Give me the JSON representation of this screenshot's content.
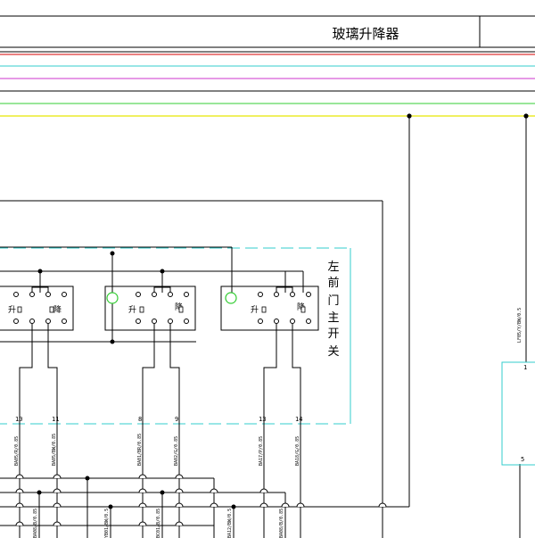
{
  "header": {
    "title": "玻璃升降器"
  },
  "switch_group": {
    "label_chars": [
      "左",
      "前",
      "门",
      "主",
      "开",
      "关"
    ],
    "up_label": "升",
    "down_label": "降",
    "pins": [
      "10",
      "11",
      "8",
      "9",
      "13",
      "14"
    ],
    "wire_codes": [
      "BA05/R/0.85",
      "BA05/BW/0.85",
      "BA01/BR/0.85",
      "BA02/G/0.85",
      "BA17/P/0.85",
      "BA18/G/0.85"
    ]
  },
  "right_module": {
    "pin_top": "1",
    "pin_bottom": "5",
    "wire_code": "LF05/Y/BW/0.5"
  },
  "bottom_wires": {
    "codes": [
      "BA08/B/0.85",
      "YB01/BW/0.5",
      "BC01/B/0.85",
      "BA12/BW/0.5",
      "BA08/B/0.85"
    ]
  },
  "colors": {
    "line": "#000000",
    "red": "#d40000",
    "cyan": "#33cccc",
    "magenta": "#cc33cc",
    "green": "#33cc33",
    "yellow": "#e6e600",
    "indicator": "#33cc33"
  }
}
